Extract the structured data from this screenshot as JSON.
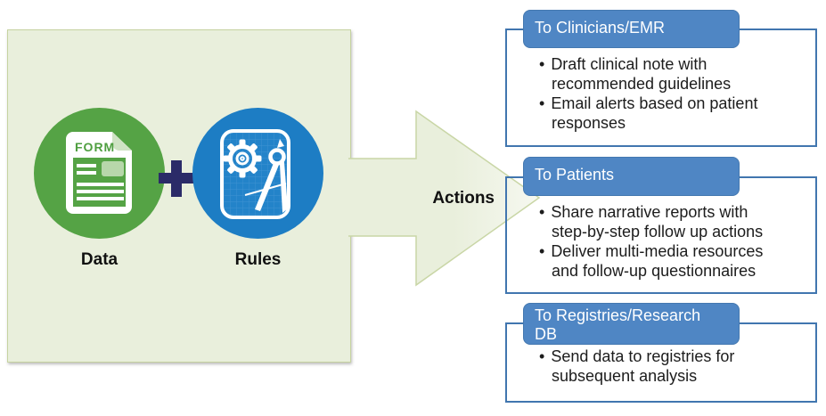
{
  "panel": {
    "data_label": "Data",
    "rules_label": "Rules",
    "form_text": "FORM"
  },
  "arrow_label": "Actions",
  "boxes": [
    {
      "title": "To Clinicians/EMR",
      "bullets": [
        "Draft clinical note with\nrecommended guidelines",
        "Email alerts based on patient\nresponses"
      ]
    },
    {
      "title": "To Patients",
      "bullets": [
        "Share narrative reports with\nstep-by-step follow up actions",
        "Deliver multi-media resources\nand follow-up questionnaires"
      ]
    },
    {
      "title": "To Registries/Research\nDB",
      "bullets": [
        "Send data to registries for\nsubsequent analysis"
      ]
    }
  ],
  "icons": {
    "plus-icon": "+",
    "form-document-icon": "document with FORM label",
    "blueprint-icon": "gear and drafting compass on blueprint"
  },
  "colors": {
    "panel_fill": "#e9efdc",
    "panel_border": "#c6d3a1",
    "green_circle": "#55a345",
    "blue_circle": "#1d7dc4",
    "plus": "#2b2b68",
    "header_blue": "#4f86c4",
    "box_border": "#4176af",
    "text": "#1c1c1c"
  }
}
